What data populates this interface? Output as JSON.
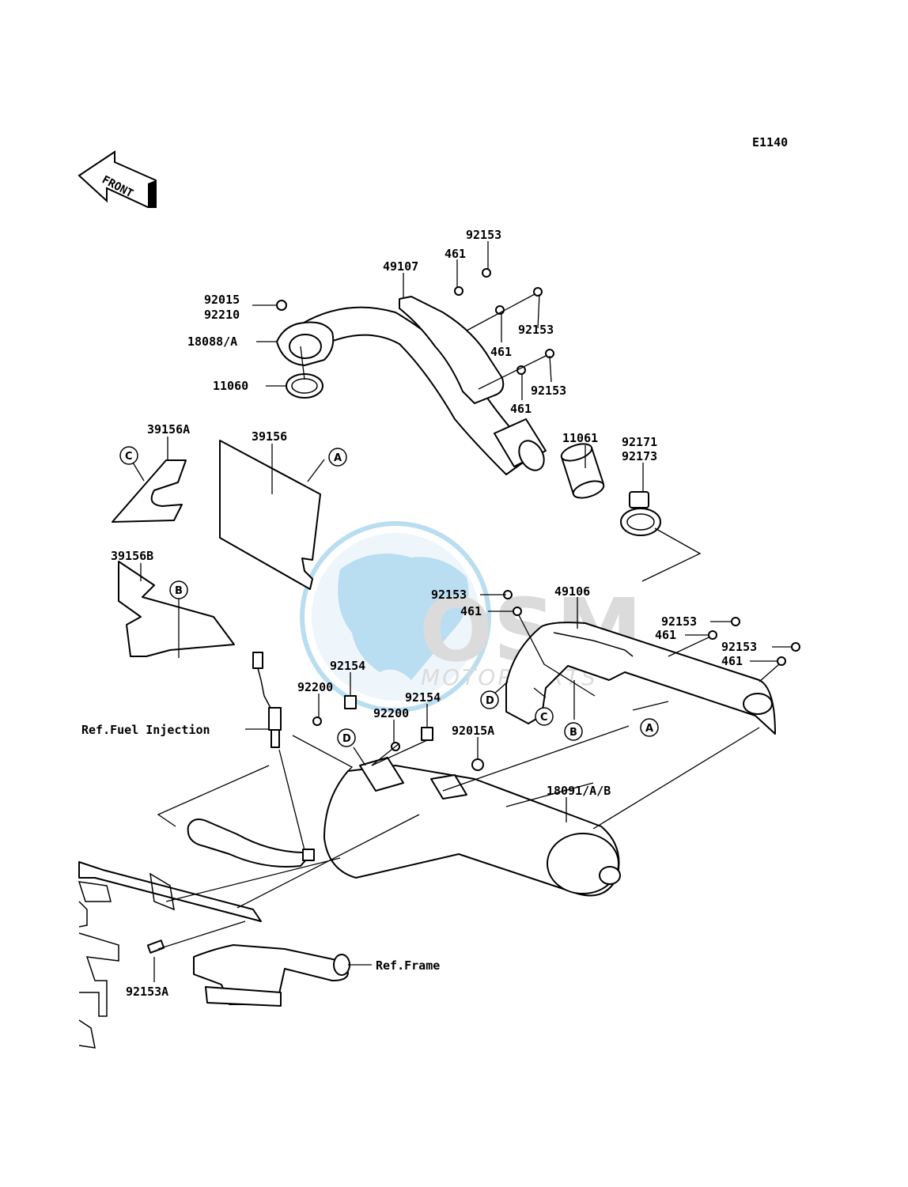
{
  "diagram_code": "E1140",
  "front_label": "FRONT",
  "watermark": {
    "brand": "OSM",
    "sub": "MOTORPARTS",
    "color": "#3aa0d8",
    "gray": "#a8a8a8"
  },
  "labels": {
    "l_92153_top": "92153",
    "l_461_top": "461",
    "l_49107": "49107",
    "l_92015": "92015",
    "l_92210": "92210",
    "l_18088": "18088/A",
    "l_92153_r1": "92153",
    "l_461_r1": "461",
    "l_92153_r2": "92153",
    "l_461_r2": "461",
    "l_11060": "11060",
    "l_39156A": "39156A",
    "l_39156": "39156",
    "l_11061": "11061",
    "l_92171": "92171",
    "l_92173": "92173",
    "l_39156B": "39156B",
    "l_92153_mid": "92153",
    "l_461_mid": "461",
    "l_49106": "49106",
    "l_92153_rr1": "92153",
    "l_461_rr1": "461",
    "l_92153_rr2": "92153",
    "l_461_rr2": "461",
    "l_92154_a": "92154",
    "l_92200_a": "92200",
    "l_92154_b": "92154",
    "l_92200_b": "92200",
    "l_92015A": "92015A",
    "l_ref_fuel": "Ref.Fuel Injection",
    "l_18091": "18091/A/B",
    "l_ref_frame": "Ref.Frame",
    "l_92153A": "92153A"
  },
  "callouts": {
    "c_A1": "A",
    "c_C1": "C",
    "c_B1": "B",
    "c_D1": "D",
    "c_C2": "C",
    "c_B2": "B",
    "c_A2": "A",
    "c_D2": "D"
  }
}
